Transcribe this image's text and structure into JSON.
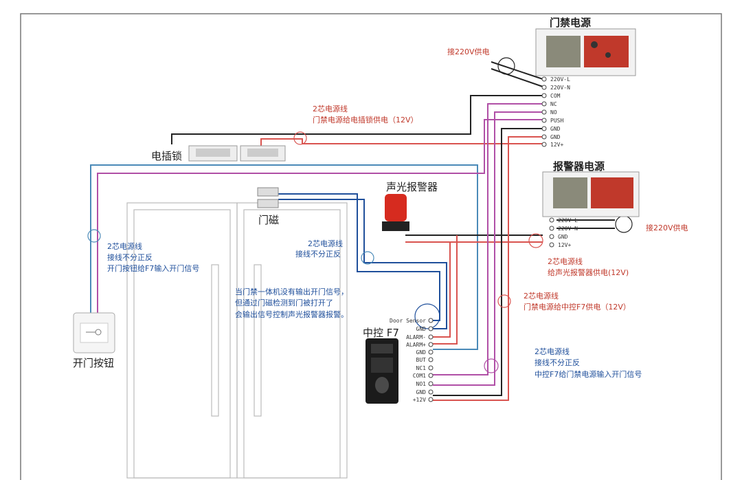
{
  "access_power": {
    "title": "门禁电源",
    "supply_note": "接220V供电",
    "terminals": [
      "220V-L",
      "220V-N",
      "COM",
      "NC",
      "NO",
      "PUSH",
      "GND",
      "GND",
      "12V+"
    ]
  },
  "alarm_power": {
    "title": "报警器电源",
    "supply_note": "接220V供电",
    "terminals": [
      "220V-L",
      "220V-N",
      "GND",
      "12V+"
    ]
  },
  "lock": {
    "label": "电插锁"
  },
  "door_sensor": {
    "label": "门磁"
  },
  "alarm": {
    "label": "声光报警器"
  },
  "exit_button": {
    "label": "开门按钮"
  },
  "controller": {
    "label": "中控 F7",
    "terminals": [
      "Door Sensor",
      "GND",
      "ALARM-",
      "ALARM+",
      "GND",
      "BUT",
      "NC1",
      "COM1",
      "NO1",
      "GND",
      "+12V"
    ]
  },
  "notes": {
    "lock_wire_1": "2芯电源线",
    "lock_wire_2": "门禁电源给电插锁供电（12V）",
    "button_wire_1": "2芯电源线",
    "button_wire_2": "接线不分正反",
    "button_wire_3": "开门按钮给F7输入开门信号",
    "sensor_wire_1": "2芯电源线",
    "sensor_wire_2": "接线不分正反",
    "alarm_note_1": "当门禁一体机没有输出开门信号，",
    "alarm_note_2": "但通过门磁检测到门被打开了",
    "alarm_note_3": "会输出信号控制声光报警器报警。",
    "alarm_wire_1": "2芯电源线",
    "alarm_wire_2": "给声光报警器供电(12V)",
    "f7_wire_1": "2芯电源线",
    "f7_wire_2": "门禁电源给中控F7供电（12V）",
    "signal_wire_1": "2芯电源线",
    "signal_wire_2": "接线不分正反",
    "signal_wire_3": "中控F7给门禁电源输入开门信号"
  },
  "colors": {
    "black_wire": "#222222",
    "red_wire": "#d9534f",
    "purple_wire": "#b04fa6",
    "blue_wire": "#4a8ab8",
    "red_text": "#c0392b",
    "blue_text": "#1f4f9b"
  }
}
